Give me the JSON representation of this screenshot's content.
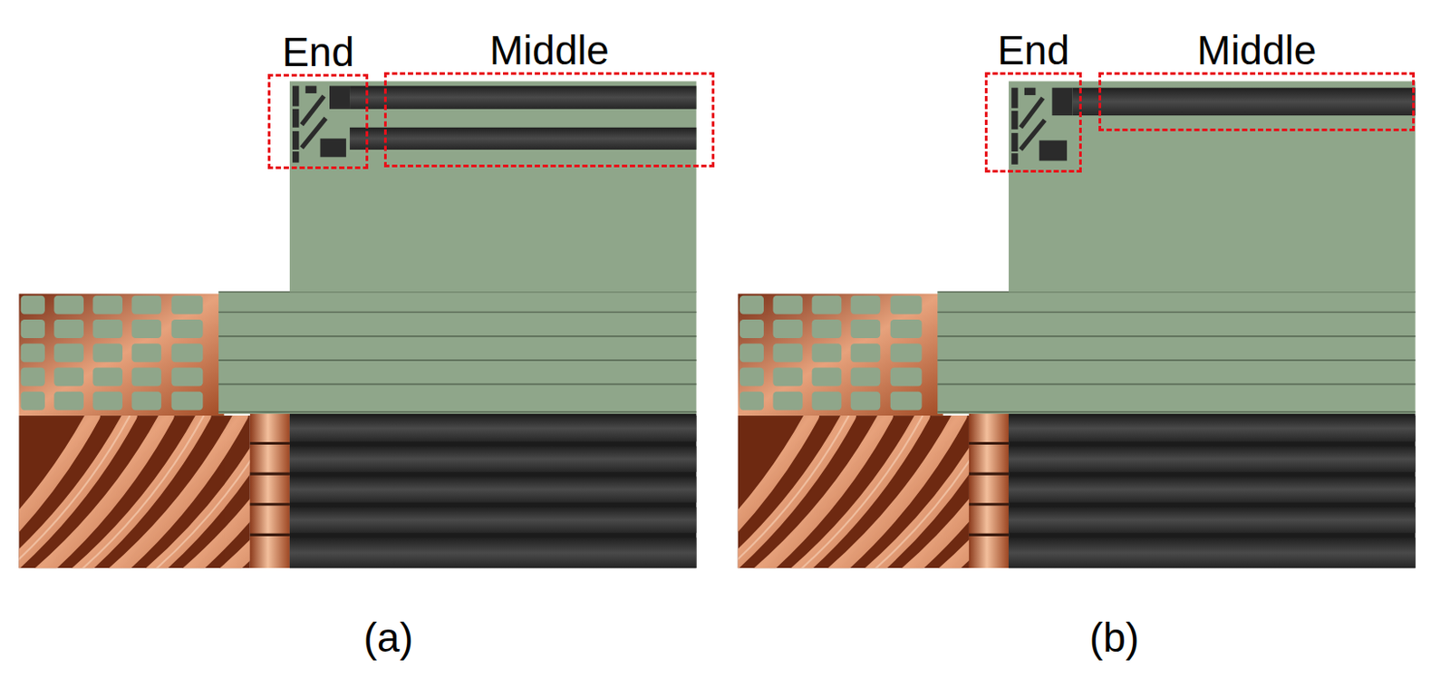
{
  "diagram": {
    "nodes": [
      {
        "text": [
          "End"
        ]
      },
      {
        "text": [
          "Middle"
        ]
      },
      {
        "text": [
          "End"
        ]
      },
      {
        "text": [
          "Middle"
        ]
      }
    ],
    "labels": [
      "(a)",
      "(b)"
    ]
  }
}
